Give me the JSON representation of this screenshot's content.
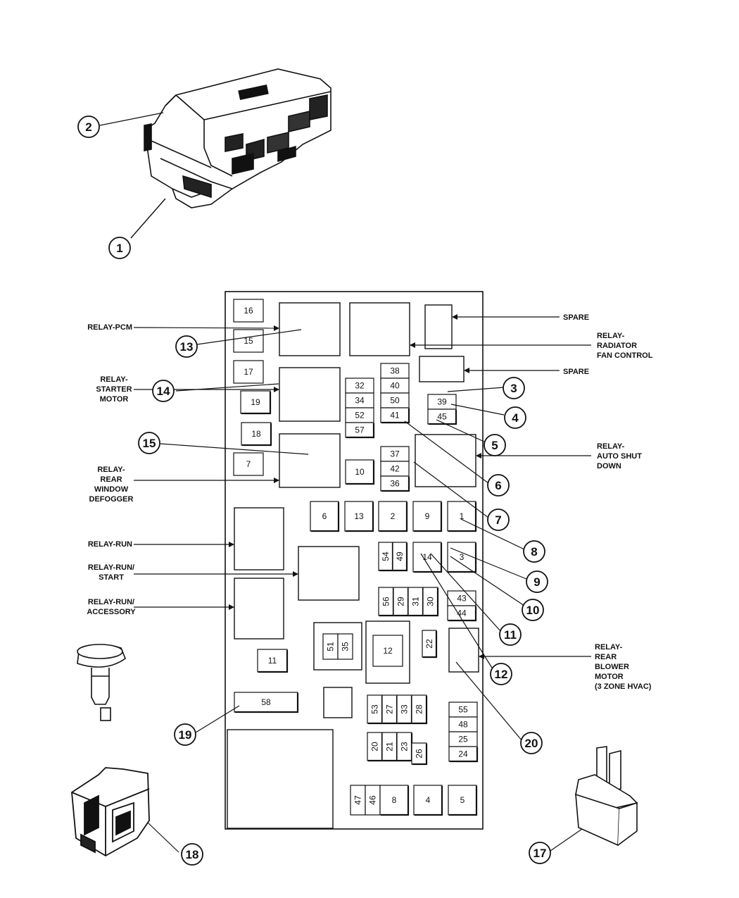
{
  "labels": {
    "relay_pcm": "RELAY-PCM",
    "relay_starter_motor": [
      "RELAY-",
      "STARTER",
      "MOTOR"
    ],
    "relay_rear_window_defogger": [
      "RELAY-",
      "REAR",
      "WINDOW",
      "DEFOGGER"
    ],
    "relay_run": "RELAY-RUN",
    "relay_run_start": [
      "RELAY-RUN/",
      "START"
    ],
    "relay_run_accessory": [
      "RELAY-RUN/",
      "ACCESSORY"
    ],
    "spare_top": "SPARE",
    "relay_radiator_fan_control": [
      "RELAY-",
      "RADIATOR",
      "FAN CONTROL"
    ],
    "spare_mid": "SPARE",
    "relay_auto_shut_down": [
      "RELAY-",
      "AUTO SHUT",
      "DOWN"
    ],
    "relay_rear_blower_motor": [
      "RELAY-",
      "REAR",
      "BLOWER",
      "MOTOR",
      "(3 ZONE HVAC)"
    ]
  },
  "fuses": [
    {
      "id": "16",
      "text": "16"
    },
    {
      "id": "15",
      "text": "15"
    },
    {
      "id": "17",
      "text": "17"
    },
    {
      "id": "19",
      "text": "19"
    },
    {
      "id": "18",
      "text": "18"
    },
    {
      "id": "7",
      "text": "7"
    },
    {
      "id": "10",
      "text": "10"
    },
    {
      "id": "32",
      "text": "32"
    },
    {
      "id": "34",
      "text": "34"
    },
    {
      "id": "52",
      "text": "52"
    },
    {
      "id": "57",
      "text": "57"
    },
    {
      "id": "38",
      "text": "38"
    },
    {
      "id": "40",
      "text": "40"
    },
    {
      "id": "50",
      "text": "50"
    },
    {
      "id": "41",
      "text": "41"
    },
    {
      "id": "39",
      "text": "39"
    },
    {
      "id": "45",
      "text": "45"
    },
    {
      "id": "37",
      "text": "37"
    },
    {
      "id": "42",
      "text": "42"
    },
    {
      "id": "36",
      "text": "36"
    },
    {
      "id": "6",
      "text": "6"
    },
    {
      "id": "13",
      "text": "13"
    },
    {
      "id": "2",
      "text": "2"
    },
    {
      "id": "9",
      "text": "9"
    },
    {
      "id": "1",
      "text": "1"
    },
    {
      "id": "54",
      "text": "54"
    },
    {
      "id": "49",
      "text": "49"
    },
    {
      "id": "14",
      "text": "14"
    },
    {
      "id": "3",
      "text": "3"
    },
    {
      "id": "56",
      "text": "56"
    },
    {
      "id": "29",
      "text": "29"
    },
    {
      "id": "31",
      "text": "31"
    },
    {
      "id": "30",
      "text": "30"
    },
    {
      "id": "43",
      "text": "43"
    },
    {
      "id": "44",
      "text": "44"
    },
    {
      "id": "51",
      "text": "51"
    },
    {
      "id": "35",
      "text": "35"
    },
    {
      "id": "12",
      "text": "12"
    },
    {
      "id": "22",
      "text": "22"
    },
    {
      "id": "11",
      "text": "11"
    },
    {
      "id": "58",
      "text": "58"
    },
    {
      "id": "53",
      "text": "53"
    },
    {
      "id": "27",
      "text": "27"
    },
    {
      "id": "33",
      "text": "33"
    },
    {
      "id": "28",
      "text": "28"
    },
    {
      "id": "55",
      "text": "55"
    },
    {
      "id": "48",
      "text": "48"
    },
    {
      "id": "25",
      "text": "25"
    },
    {
      "id": "24",
      "text": "24"
    },
    {
      "id": "20",
      "text": "20"
    },
    {
      "id": "21",
      "text": "21"
    },
    {
      "id": "23",
      "text": "23"
    },
    {
      "id": "26",
      "text": "26"
    },
    {
      "id": "47",
      "text": "47"
    },
    {
      "id": "46",
      "text": "46"
    },
    {
      "id": "8",
      "text": "8"
    },
    {
      "id": "4",
      "text": "4"
    },
    {
      "id": "5",
      "text": "5"
    }
  ],
  "callouts": [
    "1",
    "2",
    "3",
    "4",
    "5",
    "6",
    "7",
    "8",
    "9",
    "10",
    "11",
    "12",
    "13",
    "14",
    "15",
    "17",
    "18",
    "19",
    "20"
  ]
}
